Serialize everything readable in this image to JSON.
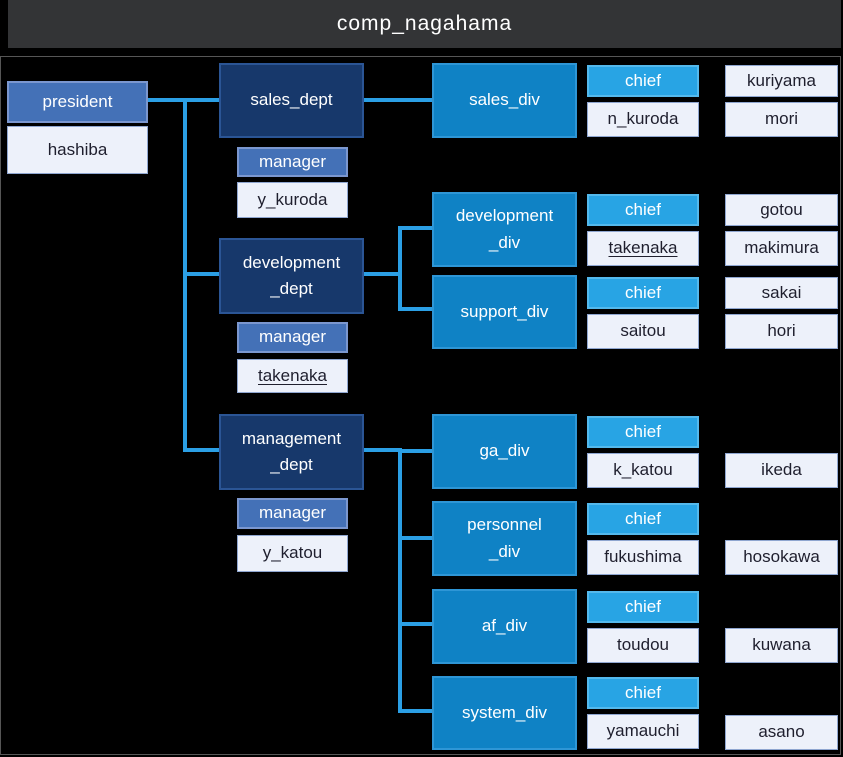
{
  "window": {
    "title": "comp_nagahama"
  },
  "colors": {
    "titlebar_bg": "#333436",
    "background": "#000000",
    "connector": "#2B9FE5",
    "dept_fill": "#17386B",
    "division_fill": "#0F82C5",
    "chief_fill": "#28A4E4",
    "role_fill": "#4471B7",
    "name_fill": "#EDF1FA"
  },
  "org": {
    "president": {
      "role_label": "president",
      "name": "hashiba"
    },
    "departments": [
      {
        "label": "sales_dept",
        "manager_label": "manager",
        "manager_name": "y_kuroda",
        "manager_underlined": false
      },
      {
        "label": "development\n_dept",
        "manager_label": "manager",
        "manager_name": "takenaka",
        "manager_underlined": true
      },
      {
        "label": "management\n_dept",
        "manager_label": "manager",
        "manager_name": "y_katou",
        "manager_underlined": false
      }
    ],
    "divisions": [
      {
        "label": "sales_div",
        "chief_label": "chief",
        "chief_name": "n_kuroda",
        "chief_underlined": false,
        "staff_top": "kuriyama",
        "staff_bottom": "mori"
      },
      {
        "label": "development\n_div",
        "chief_label": "chief",
        "chief_name": "takenaka",
        "chief_underlined": true,
        "staff_top": "gotou",
        "staff_bottom": "makimura"
      },
      {
        "label": "support_div",
        "chief_label": "chief",
        "chief_name": "saitou",
        "chief_underlined": false,
        "staff_top": "sakai",
        "staff_bottom": "hori"
      },
      {
        "label": "ga_div",
        "chief_label": "chief",
        "chief_name": "k_katou",
        "chief_underlined": false,
        "staff_bottom": "ikeda"
      },
      {
        "label": "personnel\n_div",
        "chief_label": "chief",
        "chief_name": "fukushima",
        "chief_underlined": false,
        "staff_bottom": "hosokawa"
      },
      {
        "label": "af_div",
        "chief_label": "chief",
        "chief_name": "toudou",
        "chief_underlined": false,
        "staff_bottom": "kuwana"
      },
      {
        "label": "system_div",
        "chief_label": "chief",
        "chief_name": "yamauchi",
        "chief_underlined": false,
        "staff_bottom": "asano"
      }
    ]
  }
}
